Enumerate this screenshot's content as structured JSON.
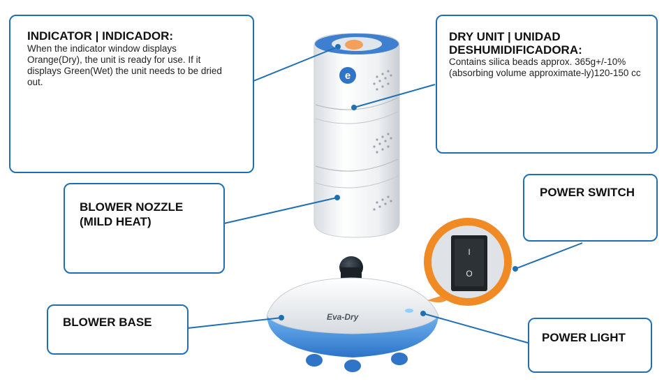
{
  "indicator": {
    "title": "INDICATOR | INDICADOR:",
    "body": "When the indicator window displays Orange(Dry), the unit is ready for use. If it displays Green(Wet) the unit needs to be dried out."
  },
  "dry_unit": {
    "title_line1": "DRY UNIT | UNIDAD",
    "title_line2": "DESHUMIDIFICADORA:",
    "body": "Contains silica beads approx. 365g+/-10% (absorbing volume approximate-ly)120-150 cc"
  },
  "blower_nozzle": {
    "line1": "BLOWER NOZZLE",
    "line2": "(MILD HEAT)"
  },
  "power_switch": {
    "label": "POWER SWITCH",
    "on_mark": "I",
    "off_mark": "O"
  },
  "blower_base": {
    "label": "BLOWER BASE",
    "brand": "Eva-Dry"
  },
  "power_light": {
    "label": "POWER LIGHT"
  },
  "colors": {
    "box_border": "#1f6fb5",
    "leader_line": "#1f6fb5",
    "switch_ring": "#f08a24",
    "base_blue": "#3b8de0",
    "indicator_orange": "#f5a05a"
  }
}
